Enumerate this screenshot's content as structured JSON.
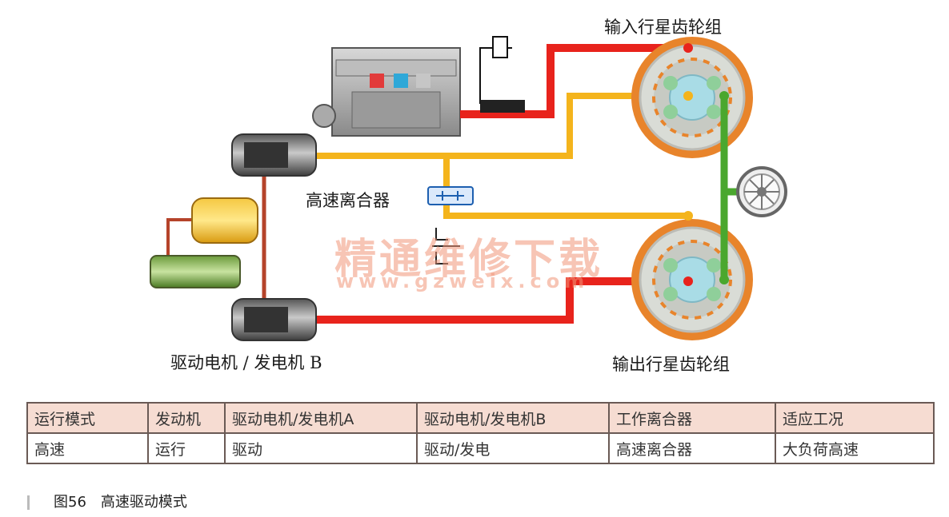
{
  "labels": {
    "input_planetary": "输入行星齿轮组",
    "output_planetary": "输出行星齿轮组",
    "high_speed_clutch": "高速离合器",
    "motor_b": "驱动电机 / 发电机 B"
  },
  "watermark": {
    "text": "精通维修下载",
    "url": "www.gzweix.com"
  },
  "table": {
    "headers": [
      "运行模式",
      "发动机",
      "驱动电机/发电机A",
      "驱动电机/发电机B",
      "工作离合器",
      "适应工况"
    ],
    "rows": [
      [
        "高速",
        "运行",
        "驱动",
        "驱动/发电",
        "高速离合器",
        "大负荷高速"
      ]
    ]
  },
  "caption": {
    "figure_number": "图56",
    "title": "高速驱动模式"
  },
  "colors": {
    "engine_power_path": "#e8231c",
    "motor_path": "#f4b41c",
    "output_path": "#4aa72e",
    "gear_ring": "#e8842b",
    "gear_body": "#d9dcd6",
    "table_header": "#f6dcd2"
  }
}
